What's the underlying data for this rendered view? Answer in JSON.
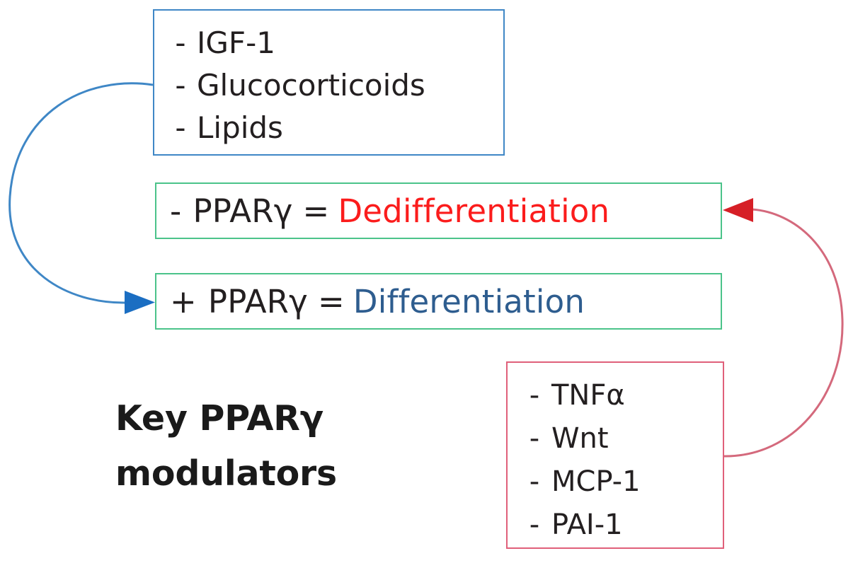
{
  "figure": {
    "caption": "Key PPARγ modulators",
    "background_color": "#ffffff"
  },
  "boxes": {
    "modulators_positive": {
      "border_color": "#3f87c6",
      "bullet": "-",
      "items": [
        "IGF-1",
        "Glucocorticoids",
        "Lipids"
      ]
    },
    "modulators_negative": {
      "border_color": "#e0607a",
      "bullet": "-",
      "items": [
        "TNFα",
        "Wnt",
        "MCP-1",
        "PAI-1"
      ]
    },
    "equation_down": {
      "border_color": "#4bc38a",
      "sign": "-",
      "target": "PPARγ",
      "equals": "=",
      "outcome": "Dedifferentiation",
      "outcome_color": "#fb1c1c"
    },
    "equation_up": {
      "border_color": "#4bc38a",
      "sign": "+",
      "target": "PPARγ",
      "equals": "=",
      "outcome": "Differentiation",
      "outcome_color": "#2e5d8f"
    }
  },
  "arrows": {
    "positive_arrow": {
      "color": "#3f87c6",
      "from": "modulators-positive-box",
      "to": "equation-up-box"
    },
    "negative_arrow": {
      "color": "#d62f3a",
      "stroke_color": "#d4697c",
      "from": "modulators-negative-box",
      "to": "equation-down-box"
    }
  }
}
